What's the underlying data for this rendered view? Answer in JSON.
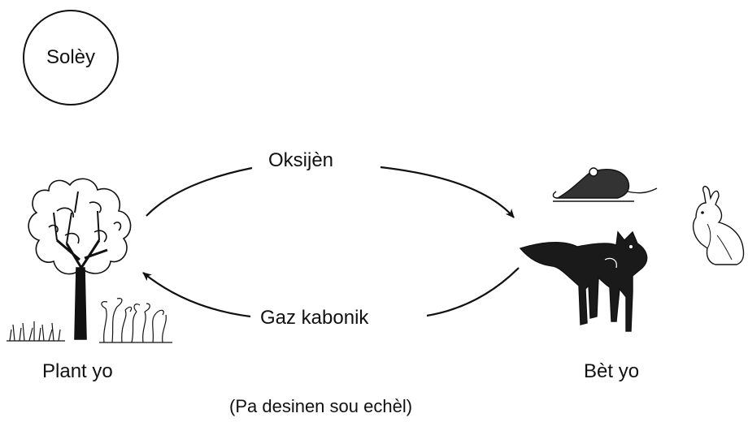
{
  "sun": {
    "label": "Solèy"
  },
  "arrows": {
    "top_label": "Oksijèn",
    "bottom_label": "Gaz kabonik"
  },
  "plants": {
    "label": "Plant yo",
    "icon": "tree-and-plants-illustration"
  },
  "animals": {
    "label": "Bèt yo",
    "icons": [
      "mouse-illustration",
      "fox-illustration",
      "rabbit-illustration"
    ]
  },
  "note": "(Pa desinen sou echèl)"
}
